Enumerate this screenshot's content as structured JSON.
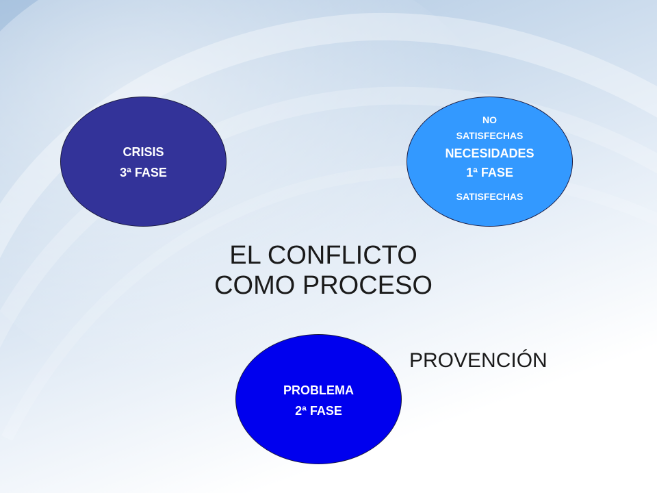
{
  "diagram": {
    "title_line1": "EL CONFLICTO",
    "title_line2": "COMO PROCESO",
    "side_label": "PROVENCIÓN",
    "nodes": {
      "crisis": {
        "label": "CRISIS",
        "phase": "3ª FASE",
        "color": "#333399"
      },
      "necesidades": {
        "top_label": "NO",
        "top_label_2": "SATISFECHAS",
        "label": "NECESIDADES",
        "phase": "1ª FASE",
        "bottom_label": "SATISFECHAS",
        "color": "#3399ff"
      },
      "problema": {
        "label": "PROBLEMA",
        "phase": "2ª FASE",
        "color": "#0000ee"
      }
    }
  }
}
